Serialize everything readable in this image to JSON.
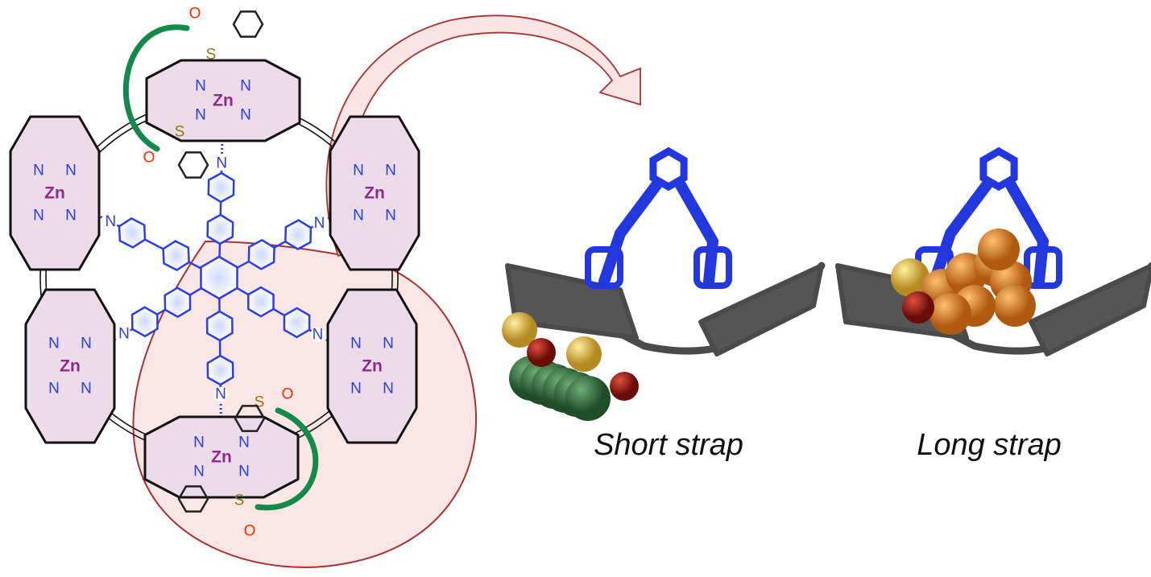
{
  "atoms": {
    "zn": "Zn",
    "n": "N",
    "s": "S",
    "o": "O"
  },
  "captions": {
    "short": "Short strap",
    "long": "Long strap"
  },
  "colors": {
    "zinc": "#8e2a8c",
    "nitrogen": "#2a3fe0",
    "sulfur": "#8a7a10",
    "oxygen": "#ff2a00",
    "strap_green": "#13894a",
    "ligand_blue": "#2a3fe0",
    "highlight": "#f9dede",
    "highlight_edge": "#a83232",
    "porphyrin_fill": "#ecdcea",
    "model_grey": "#4a4a4a",
    "model_blue": "#2237dd",
    "sphere_green": "#2f6b3a",
    "sphere_yellow": "#d8b84a",
    "sphere_red": "#9a1a12",
    "sphere_orange": "#e38a25"
  }
}
